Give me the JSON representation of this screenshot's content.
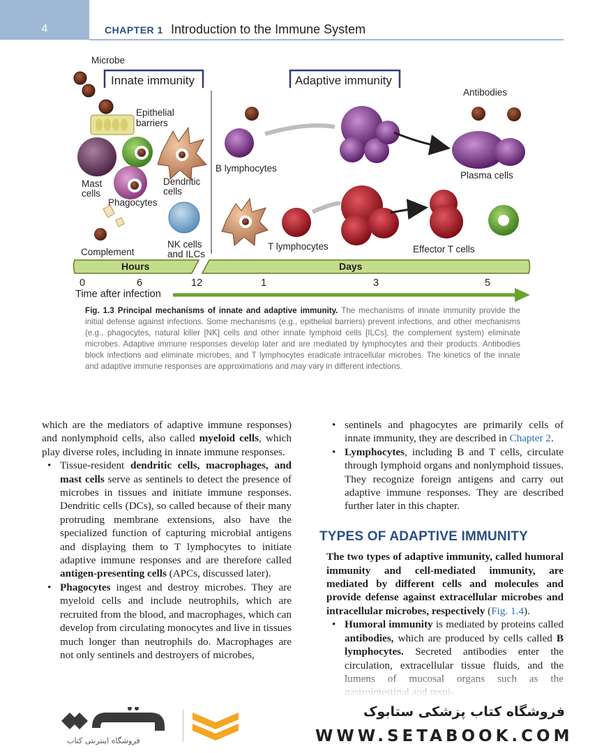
{
  "header": {
    "page_number": "4",
    "chapter_label": "CHAPTER 1",
    "chapter_title": "Introduction to the Immune System"
  },
  "figure": {
    "labels": {
      "microbe": "Microbe",
      "innate_immunity": "Innate immunity",
      "adaptive_immunity": "Adaptive immunity",
      "epithelial_barriers_1": "Epithelial",
      "epithelial_barriers_2": "barriers",
      "mast_cells_1": "Mast",
      "mast_cells_2": "cells",
      "phagocytes": "Phagocytes",
      "dendritic_cells_1": "Dendritic",
      "dendritic_cells_2": "cells",
      "complement": "Complement",
      "nk_cells_1": "NK cells",
      "nk_cells_2": "and ILCs",
      "b_lymphocytes": "B lymphocytes",
      "antibodies": "Antibodies",
      "plasma_cells": "Plasma cells",
      "t_lymphocytes": "T lymphocytes",
      "effector_t_cells": "Effector T cells"
    },
    "timeline": {
      "hours_label": "Hours",
      "days_label": "Days",
      "ticks": [
        "0",
        "6",
        "12",
        "1",
        "3",
        "5"
      ],
      "axis_label": "Time after infection"
    },
    "caption": {
      "lead": "Fig. 1.3",
      "title": "Principal mechanisms of innate and adaptive immunity.",
      "text": "The mechanisms of innate immunity provide the initial defense against infections. Some mechanisms (e.g., epithelial barriers) prevent infections, and other mechanisms (e.g., phagocytes, natural killer [NK] cells and other innate lymphoid cells [ILCs], the complement system) eliminate microbes. Adaptive immune responses develop later and are mediated by lymphocytes and their products. Antibodies block infections and eliminate microbes, and T lymphocytes eradicate intracellular microbes. The kinetics of the innate and adaptive immune responses are approximations and may vary in different infections."
    }
  },
  "body": {
    "left": {
      "intro_a": "which are the mediators of adaptive immune responses) and nonlymphoid cells, also called ",
      "intro_b": "myeloid cells",
      "intro_c": ", which play diverse roles, including in innate immune responses.",
      "b1_a": "Tissue-resident ",
      "b1_b": "dendritic cells, macrophages, and mast cells",
      "b1_c": " serve as sentinels to detect the presence of microbes in tissues and initiate immune responses. Dendritic cells (DCs), so called because of their many protruding membrane extensions, also have the specialized function of capturing microbial antigens and displaying them to T lymphocytes to initiate adaptive immune responses and are therefore called ",
      "b1_d": "antigen-presenting cells",
      "b1_e": " (APCs, discussed later).",
      "b2_a": "Phagocytes",
      "b2_b": " ingest and destroy microbes. They are myeloid cells and include neutrophils, which are recruited from the blood, and macrophages, which can develop from circulating monocytes and live in tissues much longer than neutrophils do. Macrophages are not only sentinels and destroyers of microbes,"
    },
    "right": {
      "cont_a": "sentinels and phagocytes are primarily cells of innate immunity, they are described in ",
      "cont_link": "Chapter 2",
      "cont_b": ".",
      "b3_a": "Lymphocytes",
      "b3_b": ", including B and T cells, circulate through lymphoid organs and nonlymphoid tissues. They recognize foreign antigens and carry out adaptive immune responses. They are described further later in this chapter.",
      "section_heading": "TYPES OF ADAPTIVE IMMUNITY",
      "lead_bold": "The two types of adaptive immunity, called humoral immunity and cell-mediated immunity, are mediated by different cells and molecules and provide defense against extracellular microbes and intracellular microbes, respectively",
      "lead_link": "Fig. 1.4",
      "lead_end": ").",
      "lead_open": " (",
      "b4_a": "Humoral immunity",
      "b4_b": " is mediated by proteins called ",
      "b4_c": "antibodies,",
      "b4_d": " which are produced by cells called ",
      "b4_e": "B lymphocytes.",
      "b4_f": " Secreted antibodies enter the circulation, extracellular tissue fluids, and the lumens of mucosal organs such as the gastrointestinal and respi-"
    }
  },
  "footer": {
    "store_name_fa": "فروشگاه کتاب پزشکی ستابوک",
    "url": "WWW.SETABOOK.COM",
    "logo_subtitle_fa": "فروشگاه اینترنتی کتاب",
    "brand_color": "#f5a623"
  }
}
